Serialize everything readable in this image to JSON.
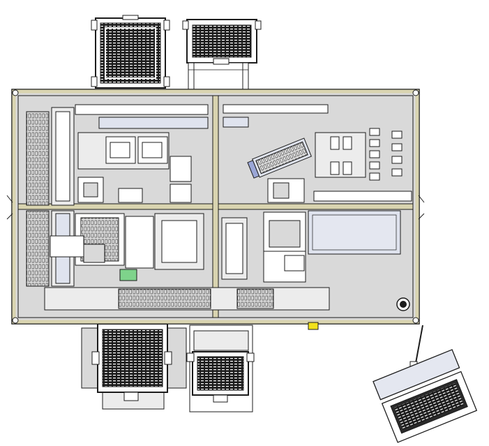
{
  "colors": {
    "background": "#ffffff",
    "line": "#1c1c1c",
    "frame_fill": "#d9d4b0",
    "plate_fill": "#d9d9d9",
    "plate_light": "#ececec",
    "panel_fill": "#dfe3ee",
    "monitor_fill": "#e4e7f0",
    "rail_fill": "#ececec",
    "status_green": "#7ed38b",
    "warning_yellow": "#f2e21a",
    "keyboard_fill": "#2a2a2a"
  },
  "components": {
    "tray_stack": "tray-stack",
    "base_frame": "machine-base-frame",
    "left_linear_module": "linear-module",
    "top_rail": "top-rail",
    "upper_fixture": "fixture-plate",
    "rotary_unit": "rotary-unit",
    "right_panel": "control-panel",
    "left_manipulator": "manipulator",
    "right_mechanism": "transfer-mechanism",
    "bottom_rail": "bottom-rail",
    "operator_terminal": "operator-terminal",
    "emergency_button": "emergency-button"
  }
}
